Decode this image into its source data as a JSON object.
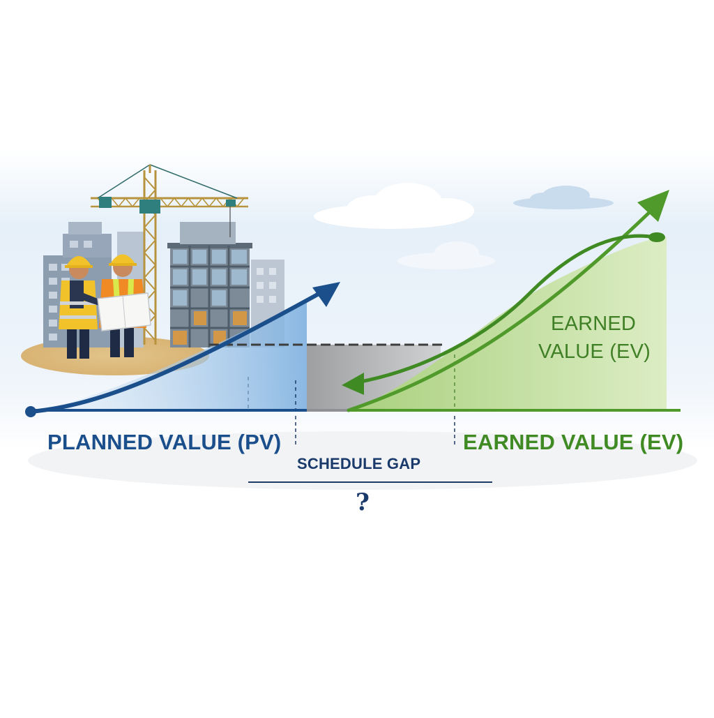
{
  "labels": {
    "planned_value": "PLANNED VALUE (PV)",
    "earned_value": "EARNED VALUE (EV)",
    "earned_value_line1": "EARNED",
    "earned_value_line2": "VALUE (EV)",
    "schedule_gap": "SCHEDULE GAP",
    "question": "?"
  },
  "colors": {
    "planned_blue": "#1b4f8c",
    "planned_fill": "#9fc3e6",
    "earned_green": "#4f9a2a",
    "earned_fill": "#c7e0a6",
    "earned_label": "#3f7f25",
    "gap_gray": "#a4a6a8",
    "navy_text": "#1a3a6b",
    "sky": "#e4eef8"
  },
  "icons": {
    "construction_scene": "construction-site-illustration",
    "tower_crane": "tower-crane-icon",
    "workers": "construction-workers-icon"
  }
}
